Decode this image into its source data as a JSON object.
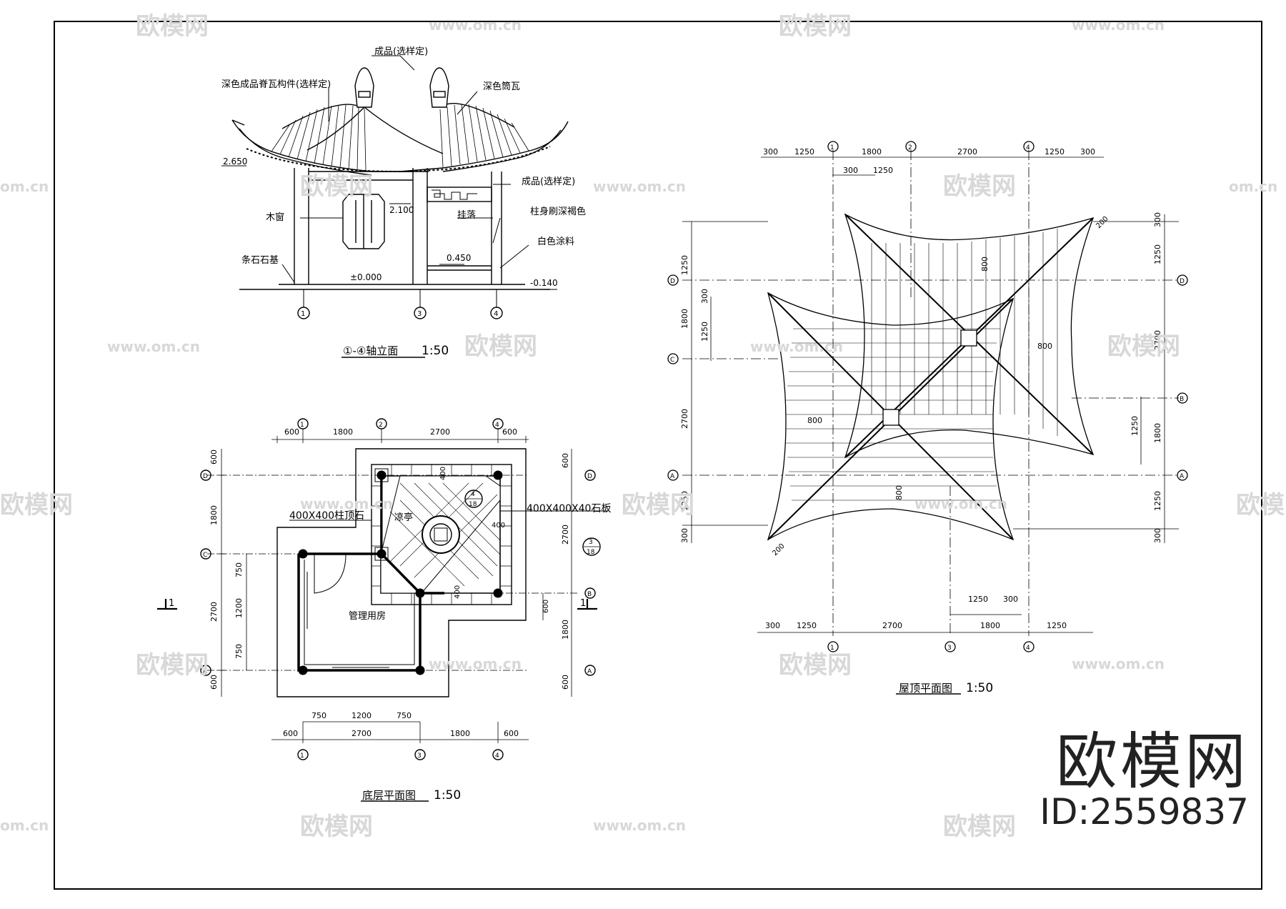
{
  "drawing": {
    "elevation": {
      "title": "①-④轴立面",
      "scale": "1:50",
      "labels": {
        "finial": "成品(选样定)",
        "ridge_tile": "深色成品脊瓦构件(选样定)",
        "tube_tile": "深色筒瓦",
        "lintel": "成品(选样定)",
        "window": "木窗",
        "hanging_fascia": "挂落",
        "column_paint": "柱身刷深褐色",
        "white_paint": "白色涂料",
        "stone_base": "条石石基"
      },
      "levels": [
        "2.650",
        "2.100",
        "0.450",
        "±0.000",
        "-0.140"
      ],
      "axes": [
        "1",
        "3",
        "4"
      ]
    },
    "plan": {
      "title": "底层平面图",
      "scale": "1:50",
      "rooms": {
        "pavilion": "凉亭",
        "management": "管理用房"
      },
      "callouts": {
        "column_base": "400X400柱顶石",
        "column_base2": "400X400X40石板"
      },
      "section_mark": "1",
      "detail_refs": [
        {
          "num": "4",
          "sheet": "18"
        },
        {
          "num": "3",
          "sheet": "18"
        }
      ],
      "top_dims": [
        "600",
        "1800",
        "2700",
        "600"
      ],
      "bottom_dims_inner": [
        "750",
        "1200",
        "750"
      ],
      "bottom_dims": [
        "600",
        "2700",
        "1800",
        "600"
      ],
      "left_dims": [
        "600",
        "1800",
        "2700",
        "600"
      ],
      "left_inner": [
        "750",
        "1200",
        "750"
      ],
      "right_dims": [
        "600",
        "2700",
        "1800",
        "600"
      ],
      "inner_dims": [
        "400",
        "400",
        "400",
        "600"
      ],
      "axes_top": [
        "1",
        "2",
        "4"
      ],
      "axes_bottom": [
        "1",
        "3",
        "4"
      ],
      "axes_left": [
        "D",
        "C",
        "A"
      ],
      "axes_right": [
        "D",
        "B",
        "A"
      ]
    },
    "roof": {
      "title": "屋顶平面图",
      "scale": "1:50",
      "top_dims": [
        "300",
        "1250",
        "1800",
        "2700",
        "1250",
        "300"
      ],
      "top_inner": [
        "300",
        "1250"
      ],
      "bottom_dims": [
        "300",
        "1250",
        "2700",
        "1800",
        "1250"
      ],
      "bottom_inner": [
        "1250",
        "300"
      ],
      "left_dims": [
        "1250",
        "300",
        "1800",
        "1250",
        "2700",
        "1250",
        "300"
      ],
      "right_dims": [
        "300",
        "1250",
        "2700",
        "1250",
        "1800",
        "1250",
        "300"
      ],
      "inner_dims": [
        "800",
        "800",
        "800",
        "800",
        "200",
        "200"
      ],
      "axes_top": [
        "1",
        "2",
        "4"
      ],
      "axes_bottom": [
        "1",
        "3",
        "4"
      ],
      "axes_left": [
        "D",
        "C",
        "A"
      ],
      "axes_right": [
        "D",
        "B",
        "A"
      ]
    }
  },
  "watermark": {
    "brand": "欧模网",
    "url": "www.om.cn",
    "url_short": "om.cn",
    "id": "ID:2559837"
  }
}
